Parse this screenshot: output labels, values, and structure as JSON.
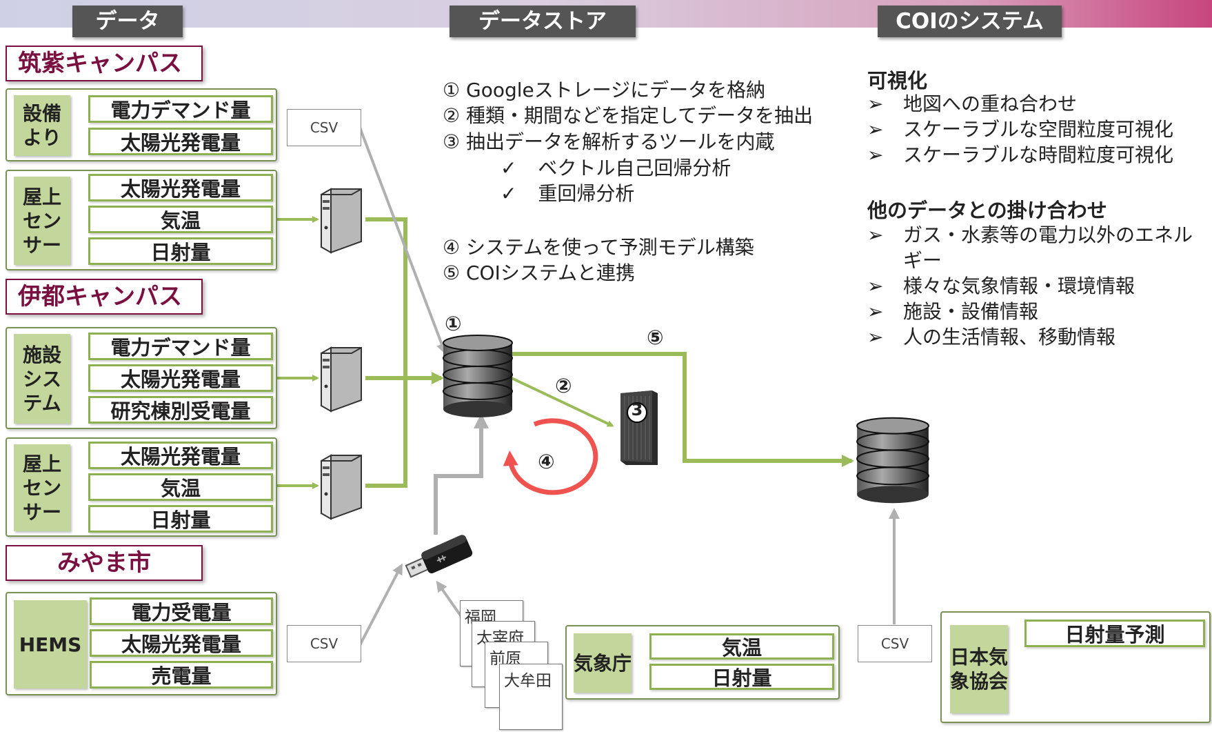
{
  "headers": {
    "data": "データ",
    "datastore": "データストア",
    "coi": "COIのシステム"
  },
  "chikushi": {
    "name": "筑紫キャンパス",
    "equipment": {
      "title": "設備より",
      "items": [
        "電力デマンド量",
        "太陽光発電量"
      ]
    },
    "roof": {
      "title": "屋上センサー",
      "items": [
        "太陽光発電量",
        "気温",
        "日射量"
      ]
    }
  },
  "ito": {
    "name": "伊都キャンパス",
    "facility": {
      "title": "施設システム",
      "items": [
        "電力デマンド量",
        "太陽光発電量",
        "研究棟別受電量"
      ]
    },
    "roof": {
      "title": "屋上センサー",
      "items": [
        "太陽光発電量",
        "気温",
        "日射量"
      ]
    }
  },
  "miyama": {
    "name": "みやま市",
    "hems": {
      "title": "HEMS",
      "items": [
        "電力受電量",
        "太陽光発電量",
        "売電量"
      ]
    }
  },
  "csv_label": "CSV",
  "jma": {
    "title": "気象庁",
    "items": [
      "気温",
      "日射量"
    ]
  },
  "jwa": {
    "title": "日本気象協会",
    "items": [
      "日射量予測"
    ]
  },
  "stations": [
    "福岡",
    "太宰府",
    "前原",
    "大牟田"
  ],
  "steps": {
    "s1": "① Googleストレージにデータを格納",
    "s2": "② 種類・期間などを指定してデータを抽出",
    "s3": "③ 抽出データを解析するツールを内蔵",
    "sub1": "ベクトル自己回帰分析",
    "sub2": "重回帰分析",
    "s4": "④ システムを使って予測モデル構築",
    "s5": "⑤ COIシステムと連携",
    "check": "✓"
  },
  "diagram_numbers": {
    "n1": "①",
    "n2": "②",
    "n3": "3",
    "n4": "④",
    "n5": "⑤"
  },
  "coi": {
    "vis_title": "可視化",
    "vis_items": [
      "地図への重ね合わせ",
      "スケーラブルな空間粒度可視化",
      "スケーラブルな時間粒度可視化"
    ],
    "combo_title": "他のデータとの掛け合わせ",
    "combo_items": [
      "ガス・水素等の電力以外のエネルギー",
      "様々な気象情報・環境情報",
      "施設・設備情報",
      "人の生活情報、移動情報"
    ],
    "bullet": "➢"
  },
  "colors": {
    "green_line": "#9bbb59",
    "gray_line": "#b0b0b0",
    "maroon": "#7a1040",
    "title_fill": "#c3d69b",
    "cycle": "#ef5350"
  }
}
